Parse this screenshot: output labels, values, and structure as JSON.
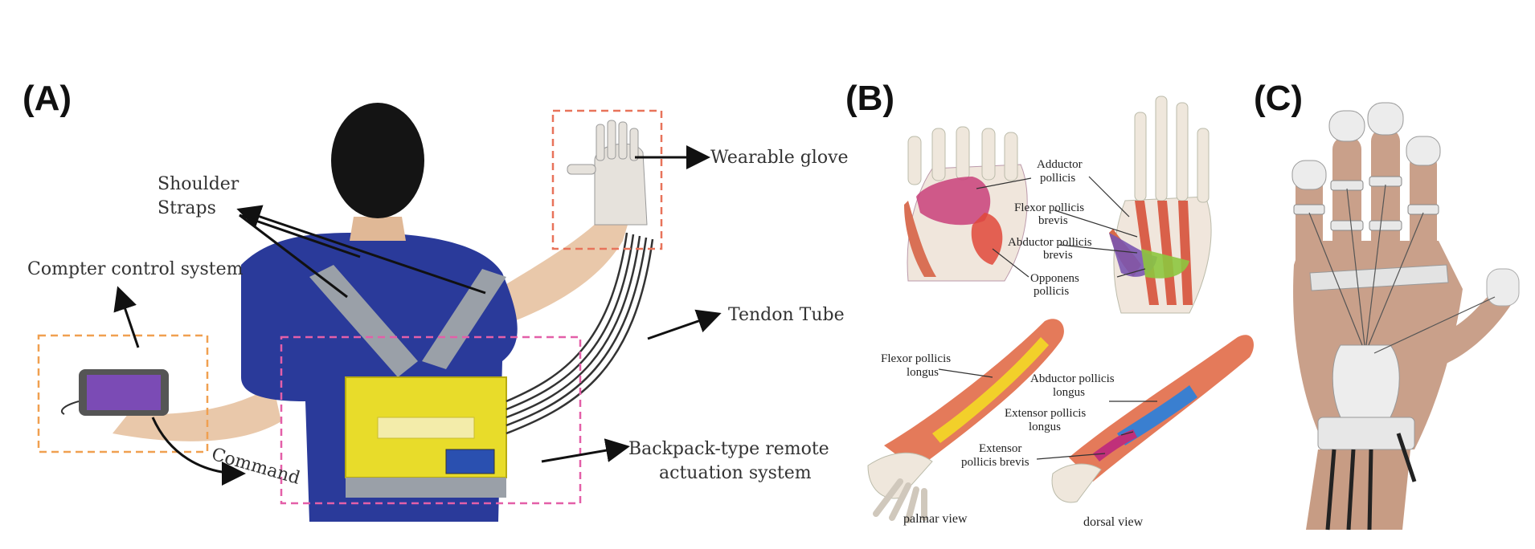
{
  "panels": {
    "a": {
      "label": "(A)",
      "callouts": {
        "shoulder_straps_line1": "Shoulder",
        "shoulder_straps_line2": "Straps",
        "computer_control": "Compter control system",
        "wearable_glove": "Wearable glove",
        "tendon_tube": "Tendon Tube",
        "backpack_line1": "Backpack-type  remote",
        "backpack_line2": "actuation system",
        "command": "Command"
      }
    },
    "b": {
      "label": "(B)",
      "muscles": {
        "adductor_1": "Adductor",
        "adductor_2": "pollicis",
        "fpb_1": "Flexor pollicis",
        "fpb_2": "brevis",
        "apb_1": "Abductor pollicis",
        "apb_2": "brevis",
        "opp_1": "Opponens",
        "opp_2": "pollicis",
        "fpl_1": "Flexor pollicis",
        "fpl_2": "longus",
        "apl_1": "Abductor pollicis",
        "apl_2": "longus",
        "epl_1": "Extensor pollicis",
        "epl_2": "longus",
        "epb_1": "Extensor",
        "epb_2": "pollicis brevis"
      },
      "views": {
        "palmar": "palmar view",
        "dorsal": "dorsal view"
      }
    },
    "c": {
      "label": "(C)"
    }
  },
  "colors": {
    "orange_box": "#f0a050",
    "red_box": "#e8735a",
    "pink_box": "#e35fa8",
    "backpack_yellow": "#e8dc2a",
    "shirt_blue": "#2a3a9a",
    "strap_gray": "#9aa0a8"
  }
}
